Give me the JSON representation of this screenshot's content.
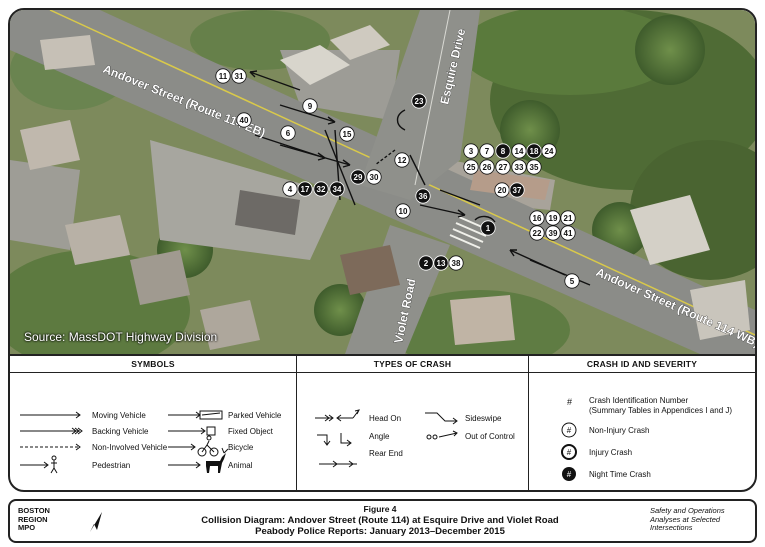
{
  "map": {
    "street_labels": {
      "andover_eb": "Andover Street (Route 114 EB)",
      "andover_wb": "Andover Street (Route 114 WB)",
      "esquire": "Esquire Drive",
      "violet": "Violet Road"
    },
    "source": "Source: MassDOT Highway Division",
    "crash_ids": [
      {
        "id": "11",
        "type": "non-injury"
      },
      {
        "id": "31",
        "type": "non-injury"
      },
      {
        "id": "9",
        "type": "non-injury"
      },
      {
        "id": "40",
        "type": "non-injury"
      },
      {
        "id": "6",
        "type": "non-injury"
      },
      {
        "id": "15",
        "type": "non-injury"
      },
      {
        "id": "23",
        "type": "night"
      },
      {
        "id": "12",
        "type": "non-injury"
      },
      {
        "id": "3",
        "type": "non-injury"
      },
      {
        "id": "7",
        "type": "non-injury"
      },
      {
        "id": "8",
        "type": "night"
      },
      {
        "id": "14",
        "type": "non-injury"
      },
      {
        "id": "18",
        "type": "night"
      },
      {
        "id": "24",
        "type": "non-injury"
      },
      {
        "id": "25",
        "type": "non-injury"
      },
      {
        "id": "26",
        "type": "non-injury"
      },
      {
        "id": "27",
        "type": "non-injury"
      },
      {
        "id": "33",
        "type": "non-injury"
      },
      {
        "id": "35",
        "type": "non-injury"
      },
      {
        "id": "29",
        "type": "night"
      },
      {
        "id": "30",
        "type": "non-injury"
      },
      {
        "id": "4",
        "type": "non-injury"
      },
      {
        "id": "17",
        "type": "night"
      },
      {
        "id": "32",
        "type": "night"
      },
      {
        "id": "34",
        "type": "night"
      },
      {
        "id": "36",
        "type": "night"
      },
      {
        "id": "20",
        "type": "non-injury"
      },
      {
        "id": "37",
        "type": "night"
      },
      {
        "id": "10",
        "type": "non-injury"
      },
      {
        "id": "1",
        "type": "night"
      },
      {
        "id": "16",
        "type": "non-injury"
      },
      {
        "id": "19",
        "type": "non-injury"
      },
      {
        "id": "21",
        "type": "non-injury"
      },
      {
        "id": "22",
        "type": "non-injury"
      },
      {
        "id": "39",
        "type": "non-injury"
      },
      {
        "id": "41",
        "type": "non-injury"
      },
      {
        "id": "2",
        "type": "night"
      },
      {
        "id": "13",
        "type": "night"
      },
      {
        "id": "38",
        "type": "non-injury"
      },
      {
        "id": "5",
        "type": "non-injury"
      }
    ]
  },
  "legend": {
    "symbols": {
      "header": "SYMBOLS",
      "moving_vehicle": "Moving Vehicle",
      "backing_vehicle": "Backing Vehicle",
      "non_involved_vehicle": "Non-Involved Vehicle",
      "pedestrian": "Pedestrian",
      "parked_vehicle": "Parked Vehicle",
      "fixed_object": "Fixed Object",
      "bicycle": "Bicycle",
      "animal": "Animal"
    },
    "types": {
      "header": "TYPES OF CRASH",
      "head_on": "Head On",
      "angle": "Angle",
      "rear_end": "Rear End",
      "sideswipe": "Sideswipe",
      "out_of_control": "Out of Control"
    },
    "severity": {
      "header": "CRASH ID AND SEVERITY",
      "symbol": "#",
      "id_line1": "Crash Identification Number",
      "id_line2": "(Summary Tables in Appendices I and J)",
      "non_injury": "Non-Injury Crash",
      "injury": "Injury Crash",
      "night": "Night Time Crash"
    }
  },
  "titlebar": {
    "org_line1": "BOSTON",
    "org_line2": "REGION",
    "org_line3": "MPO",
    "figure": "Figure 4",
    "title": "Collision Diagram: Andover Street (Route 114) at Esquire Drive and Violet Road",
    "subtitle": "Peabody Police Reports: January 2013–December 2015",
    "series_line1": "Safety and Operations",
    "series_line2": "Analyses at Selected",
    "series_line3": "Intersections"
  }
}
